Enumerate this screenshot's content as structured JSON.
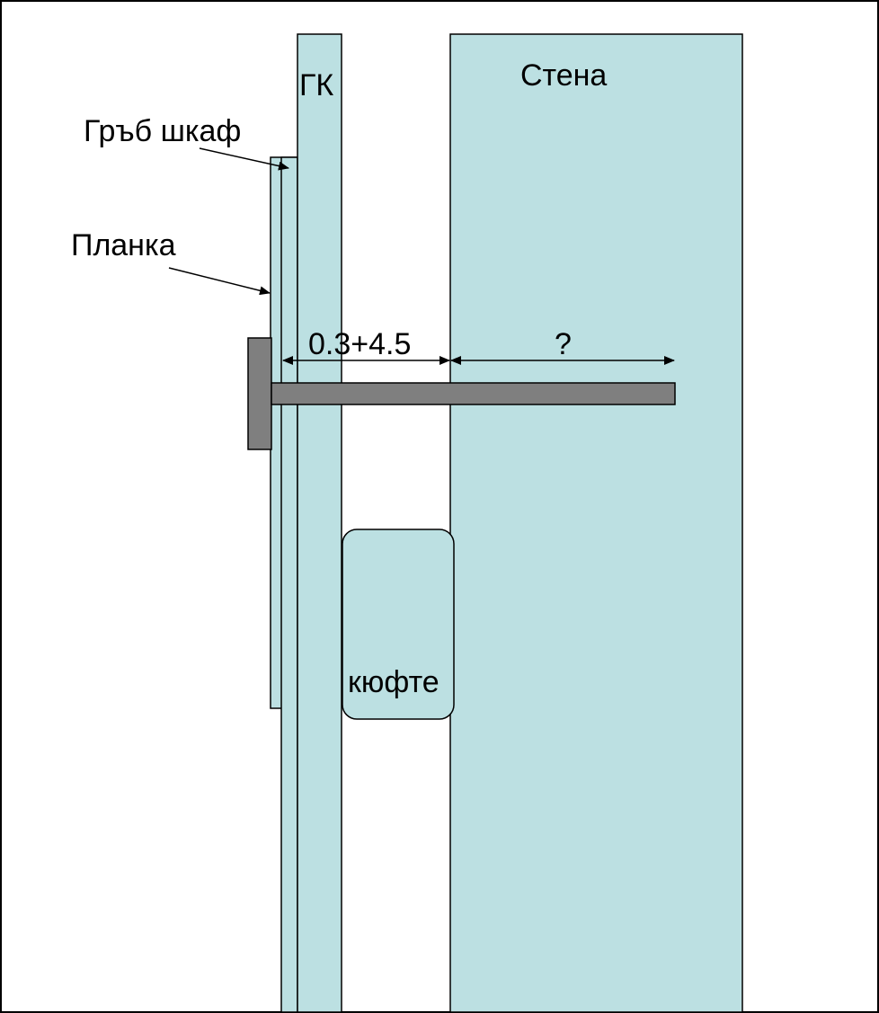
{
  "labels": {
    "gk": "ГК",
    "wall": "Стена",
    "rough_cabinet": "Гръб шкаф",
    "plank": "Планка",
    "dim_left": "0.3+4.5",
    "dim_right": "?",
    "plug": "кюфте"
  },
  "colors": {
    "panel_fill": "#bce0e2",
    "bolt_fill": "#7f7f7f",
    "stroke": "#000000",
    "background": "#ffffff"
  }
}
